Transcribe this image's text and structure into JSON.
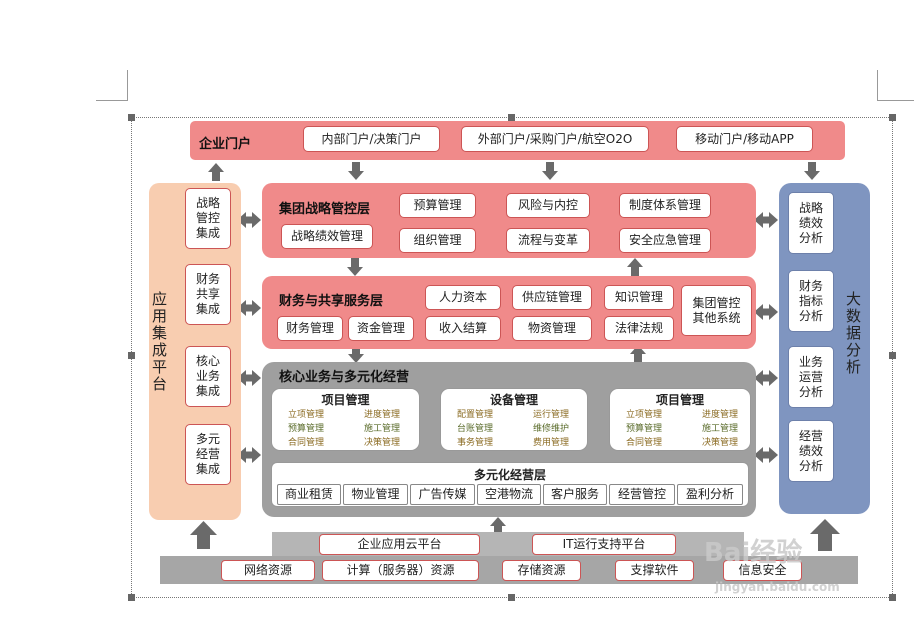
{
  "portal": {
    "title": "企业门户",
    "items": [
      "内部门户/决策门户",
      "外部门户/采购门户/航空O2O",
      "移动门户/移动APP"
    ]
  },
  "left_panel": {
    "title": "应用集成平台",
    "items": [
      "战略\n管控\n集成",
      "财务\n共享\n集成",
      "核心\n业务\n集成",
      "多元\n经营\n集成"
    ]
  },
  "right_panel": {
    "title": "大数据分析",
    "items": [
      "战略\n绩效\n分析",
      "财务\n指标\n分析",
      "业务\n运营\n分析",
      "经营\n绩效\n分析"
    ]
  },
  "strategy_layer": {
    "title": "集团战略管控层",
    "items": [
      "预算管理",
      "风险与内控",
      "制度体系管理",
      "战略绩效管理",
      "组织管理",
      "流程与变革",
      "安全应急管理"
    ]
  },
  "finance_layer": {
    "title": "财务与共享服务层",
    "items": [
      "人力资本",
      "供应链管理",
      "知识管理",
      "财务管理",
      "资金管理",
      "收入结算",
      "物资管理",
      "法律法规",
      "集团管控\n其他系统"
    ]
  },
  "core_layer": {
    "title": "核心业务与多元化经营",
    "modules": [
      {
        "title": "项目管理",
        "items": [
          "立项管理",
          "进度管理",
          "预算管理",
          "施工管理",
          "合同管理",
          "决策管理"
        ]
      },
      {
        "title": "设备管理",
        "items": [
          "配置管理",
          "运行管理",
          "台账管理",
          "维修维护",
          "事务管理",
          "费用管理"
        ]
      },
      {
        "title": "项目管理",
        "items": [
          "立项管理",
          "进度管理",
          "预算管理",
          "施工管理",
          "合同管理",
          "决策管理"
        ]
      }
    ],
    "diversified": {
      "title": "多元化经营层",
      "items": [
        "商业租赁",
        "物业管理",
        "广告传媒",
        "空港物流",
        "客户服务",
        "经营管控",
        "盈利分析"
      ]
    }
  },
  "infrastructure": {
    "platforms": [
      "企业应用云平台",
      "IT运行支持平台"
    ],
    "resources": [
      "网络资源",
      "计算（服务器）资源",
      "存储资源",
      "支撑软件",
      "信息安全"
    ]
  },
  "watermark": {
    "brand": "Bai经验",
    "url": "jingyan.baidu.com"
  },
  "colors": {
    "pink": "#f08a8a",
    "peach": "#f8cdb0",
    "blue": "#7f95c0",
    "gray": "#9f9f9f",
    "arrow": "#6a6a6a"
  }
}
